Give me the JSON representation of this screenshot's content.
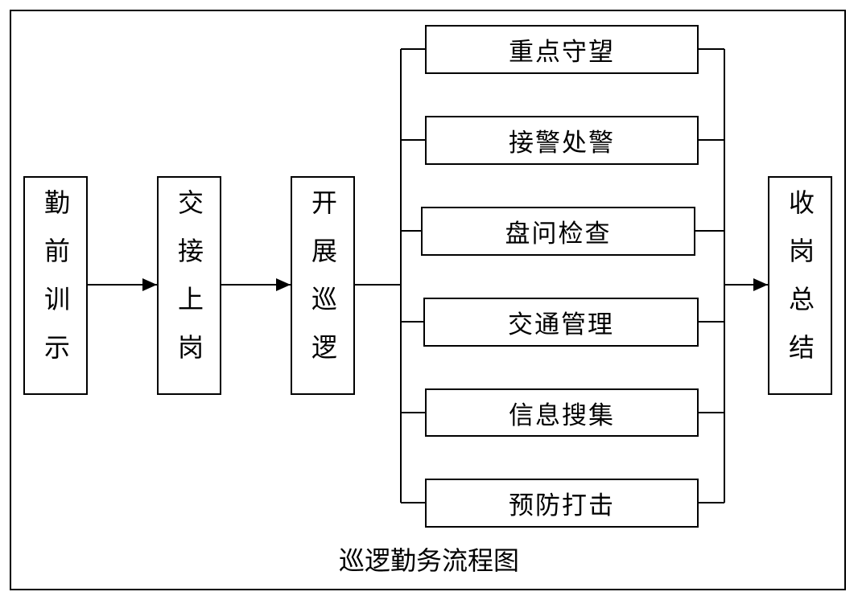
{
  "title": "巡逻勤务流程图",
  "steps": {
    "step1": "勤前训示",
    "step2": "交接上岗",
    "step3": "开展巡逻",
    "step4": "收岗总结"
  },
  "tasks": [
    "重点守望",
    "接警处警",
    "盘问检查",
    "交通管理",
    "信息搜集",
    "预防打击"
  ]
}
